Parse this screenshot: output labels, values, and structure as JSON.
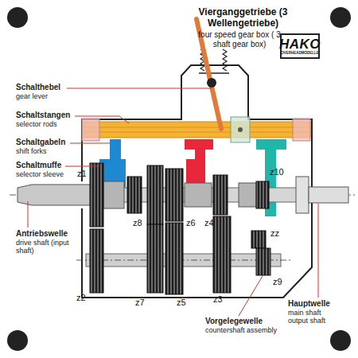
{
  "diagram": {
    "title": "Vierganggetriebe (3 Wellengetriebe)",
    "nodes": [
      {
        "text": [
          "HAKO",
          "OVERHEADMODELLE"
        ]
      }
    ],
    "edges": [],
    "labels": [
      "four speed gear box ( 3 shaft gear box)",
      "Schalthebel",
      "gear lever",
      "Schaltstangen",
      "selector rods",
      "Schaltgabeln",
      "shift forks",
      "Schaltmuffe",
      "selector sleeve",
      "Antriebswelle",
      "drive shaft (input shaft)",
      "Hauptwelle",
      "main shaft output shaft",
      "Vorgelegewelle",
      "countershaft assembly",
      "z1",
      "z2",
      "z7",
      "z5",
      "z3",
      "z8",
      "z6",
      "z4",
      "z10",
      "zz",
      "z9"
    ]
  }
}
